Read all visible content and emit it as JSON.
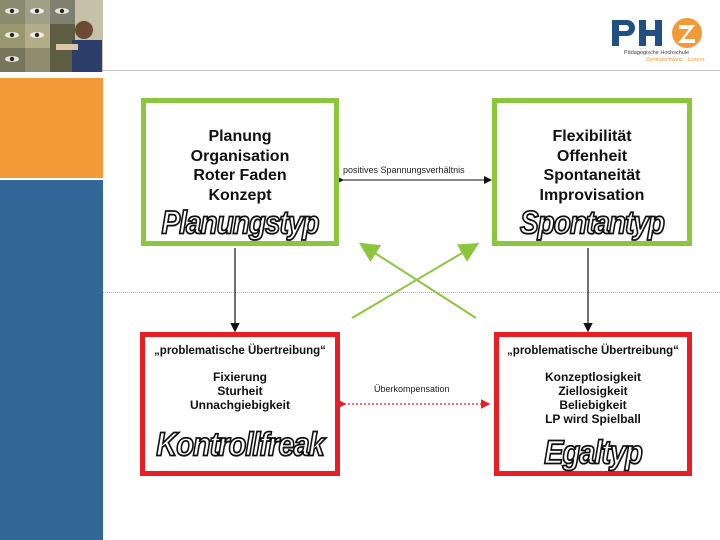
{
  "logo": {
    "letters": "PHZ",
    "line1": "Pädagogische Hochschule",
    "line2": "Zentralschweiz · Luzern",
    "blue": "#1f4f85",
    "orange": "#f29a38"
  },
  "colors": {
    "green": "#8bc63e",
    "red": "#e81e24",
    "sidebar_orange": "#f29a38",
    "sidebar_blue": "#336699"
  },
  "diagram": {
    "top_left": {
      "lines": [
        "Planung",
        "Organisation",
        "Roter Faden",
        "Konzept"
      ],
      "type_label": "Planungstyp"
    },
    "top_right": {
      "lines": [
        "Flexibilität",
        "Offenheit",
        "Spontaneität",
        "Improvisation"
      ],
      "type_label": "Spontantyp"
    },
    "bottom_left": {
      "quote": "„problematische Übertreibung“",
      "lines": [
        "Fixierung",
        "Sturheit",
        "Unnachgiebigkeit"
      ],
      "type_label": "Kontrollfreak"
    },
    "bottom_right": {
      "quote": "„problematische Übertreibung“",
      "lines": [
        "Konzeptlosigkeit",
        "Ziellosigkeit",
        "Beliebigkeit",
        "LP wird Spielball"
      ],
      "type_label": "Egaltyp"
    },
    "top_connector_label": "positives Spannungsverhältnis",
    "bottom_connector_label": "Überkompensation"
  }
}
